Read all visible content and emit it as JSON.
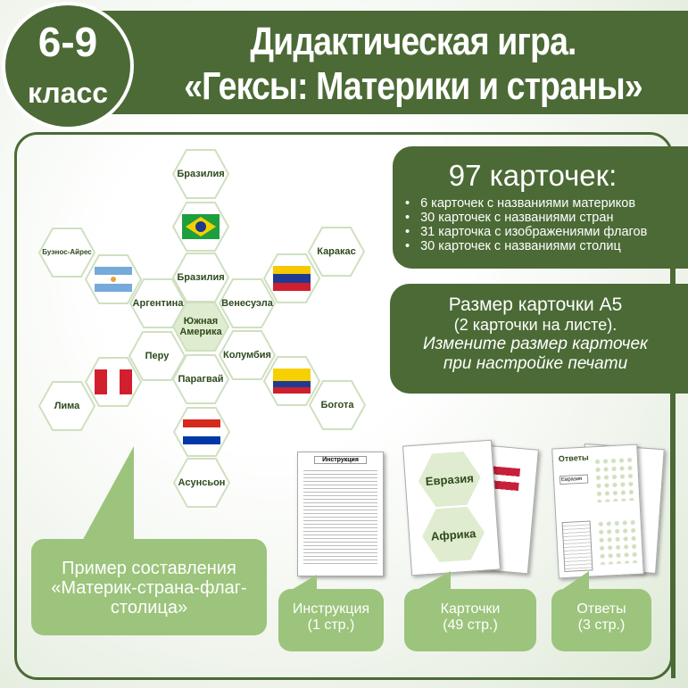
{
  "header": {
    "grade": "6-9",
    "grade_label": "класс",
    "title_line1": "Дидактическая игра.",
    "title_line2": "«Гексы: Материки и страны»"
  },
  "summary": {
    "count_title": "97 карточек:",
    "items": [
      "6 карточек с названиями материков",
      "30 карточек с названиями стран",
      "31 карточка с изображениями флагов",
      "30 карточек с названиями столиц"
    ]
  },
  "size": {
    "title": "Размер карточки А5",
    "subtitle": "(2 карточки на листе).",
    "note_line1": "Измените размер карточек",
    "note_line2": "при настройке печати"
  },
  "example": {
    "center": "Южная Америка",
    "hexes": {
      "brasilia_top": "Бразилия",
      "brazil": "Бразилия",
      "argentina": "Аргентина",
      "venezuela": "Венесуэла",
      "peru": "Перу",
      "colombia": "Колумбия",
      "paraguay": "Парагвай",
      "asuncion": "Асунсьон",
      "buenos_aires": "Буэнос-Айрес",
      "caracas": "Каракас",
      "lima": "Лима",
      "bogota": "Богота"
    },
    "caption": "Пример составления «Материк-страна-флаг-столица»"
  },
  "materials": {
    "instruction": {
      "doc_title": "Инструкция",
      "label": "Инструкция",
      "pages": "(1 стр.)"
    },
    "cards": {
      "card1": "Евразия",
      "card2": "Африка",
      "label": "Карточки",
      "pages": "(49 стр.)"
    },
    "answers": {
      "doc_title": "Ответы",
      "field": "Евразия",
      "label": "Ответы",
      "pages": "(3 стр.)"
    }
  },
  "colors": {
    "primary": "#4b6a35",
    "bubble": "#9cc47c",
    "hex_center": "#dfeccf"
  }
}
